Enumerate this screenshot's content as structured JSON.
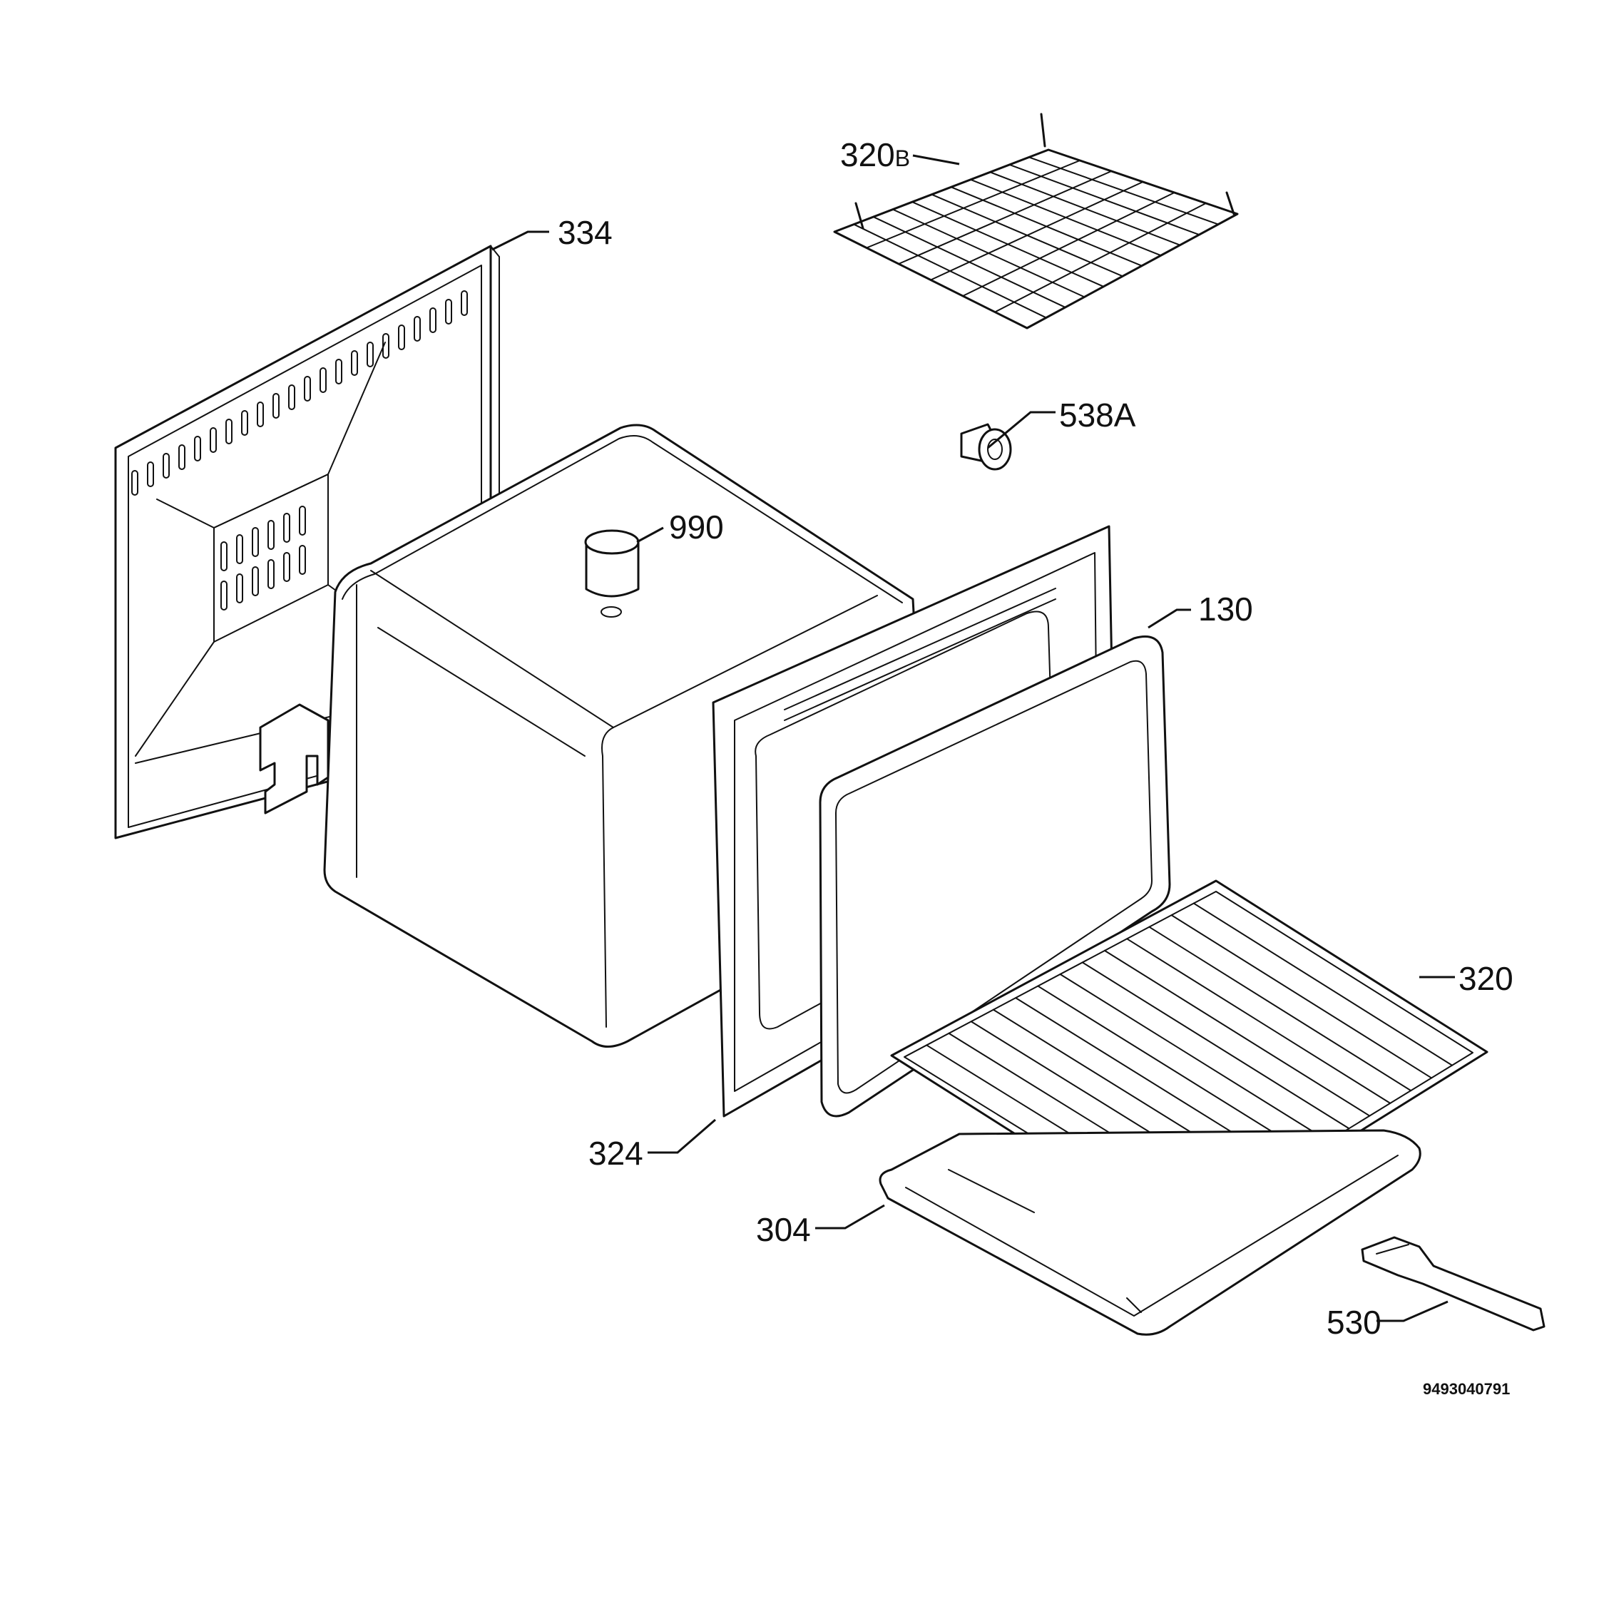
{
  "labels": {
    "p334": "334",
    "p320b_num": "320",
    "p320b_suffix": "B",
    "p538a": "538A",
    "p990": "990",
    "p130": "130",
    "p320": "320",
    "p324": "324",
    "p304": "304",
    "p530": "530"
  },
  "document_number": "9493040791"
}
